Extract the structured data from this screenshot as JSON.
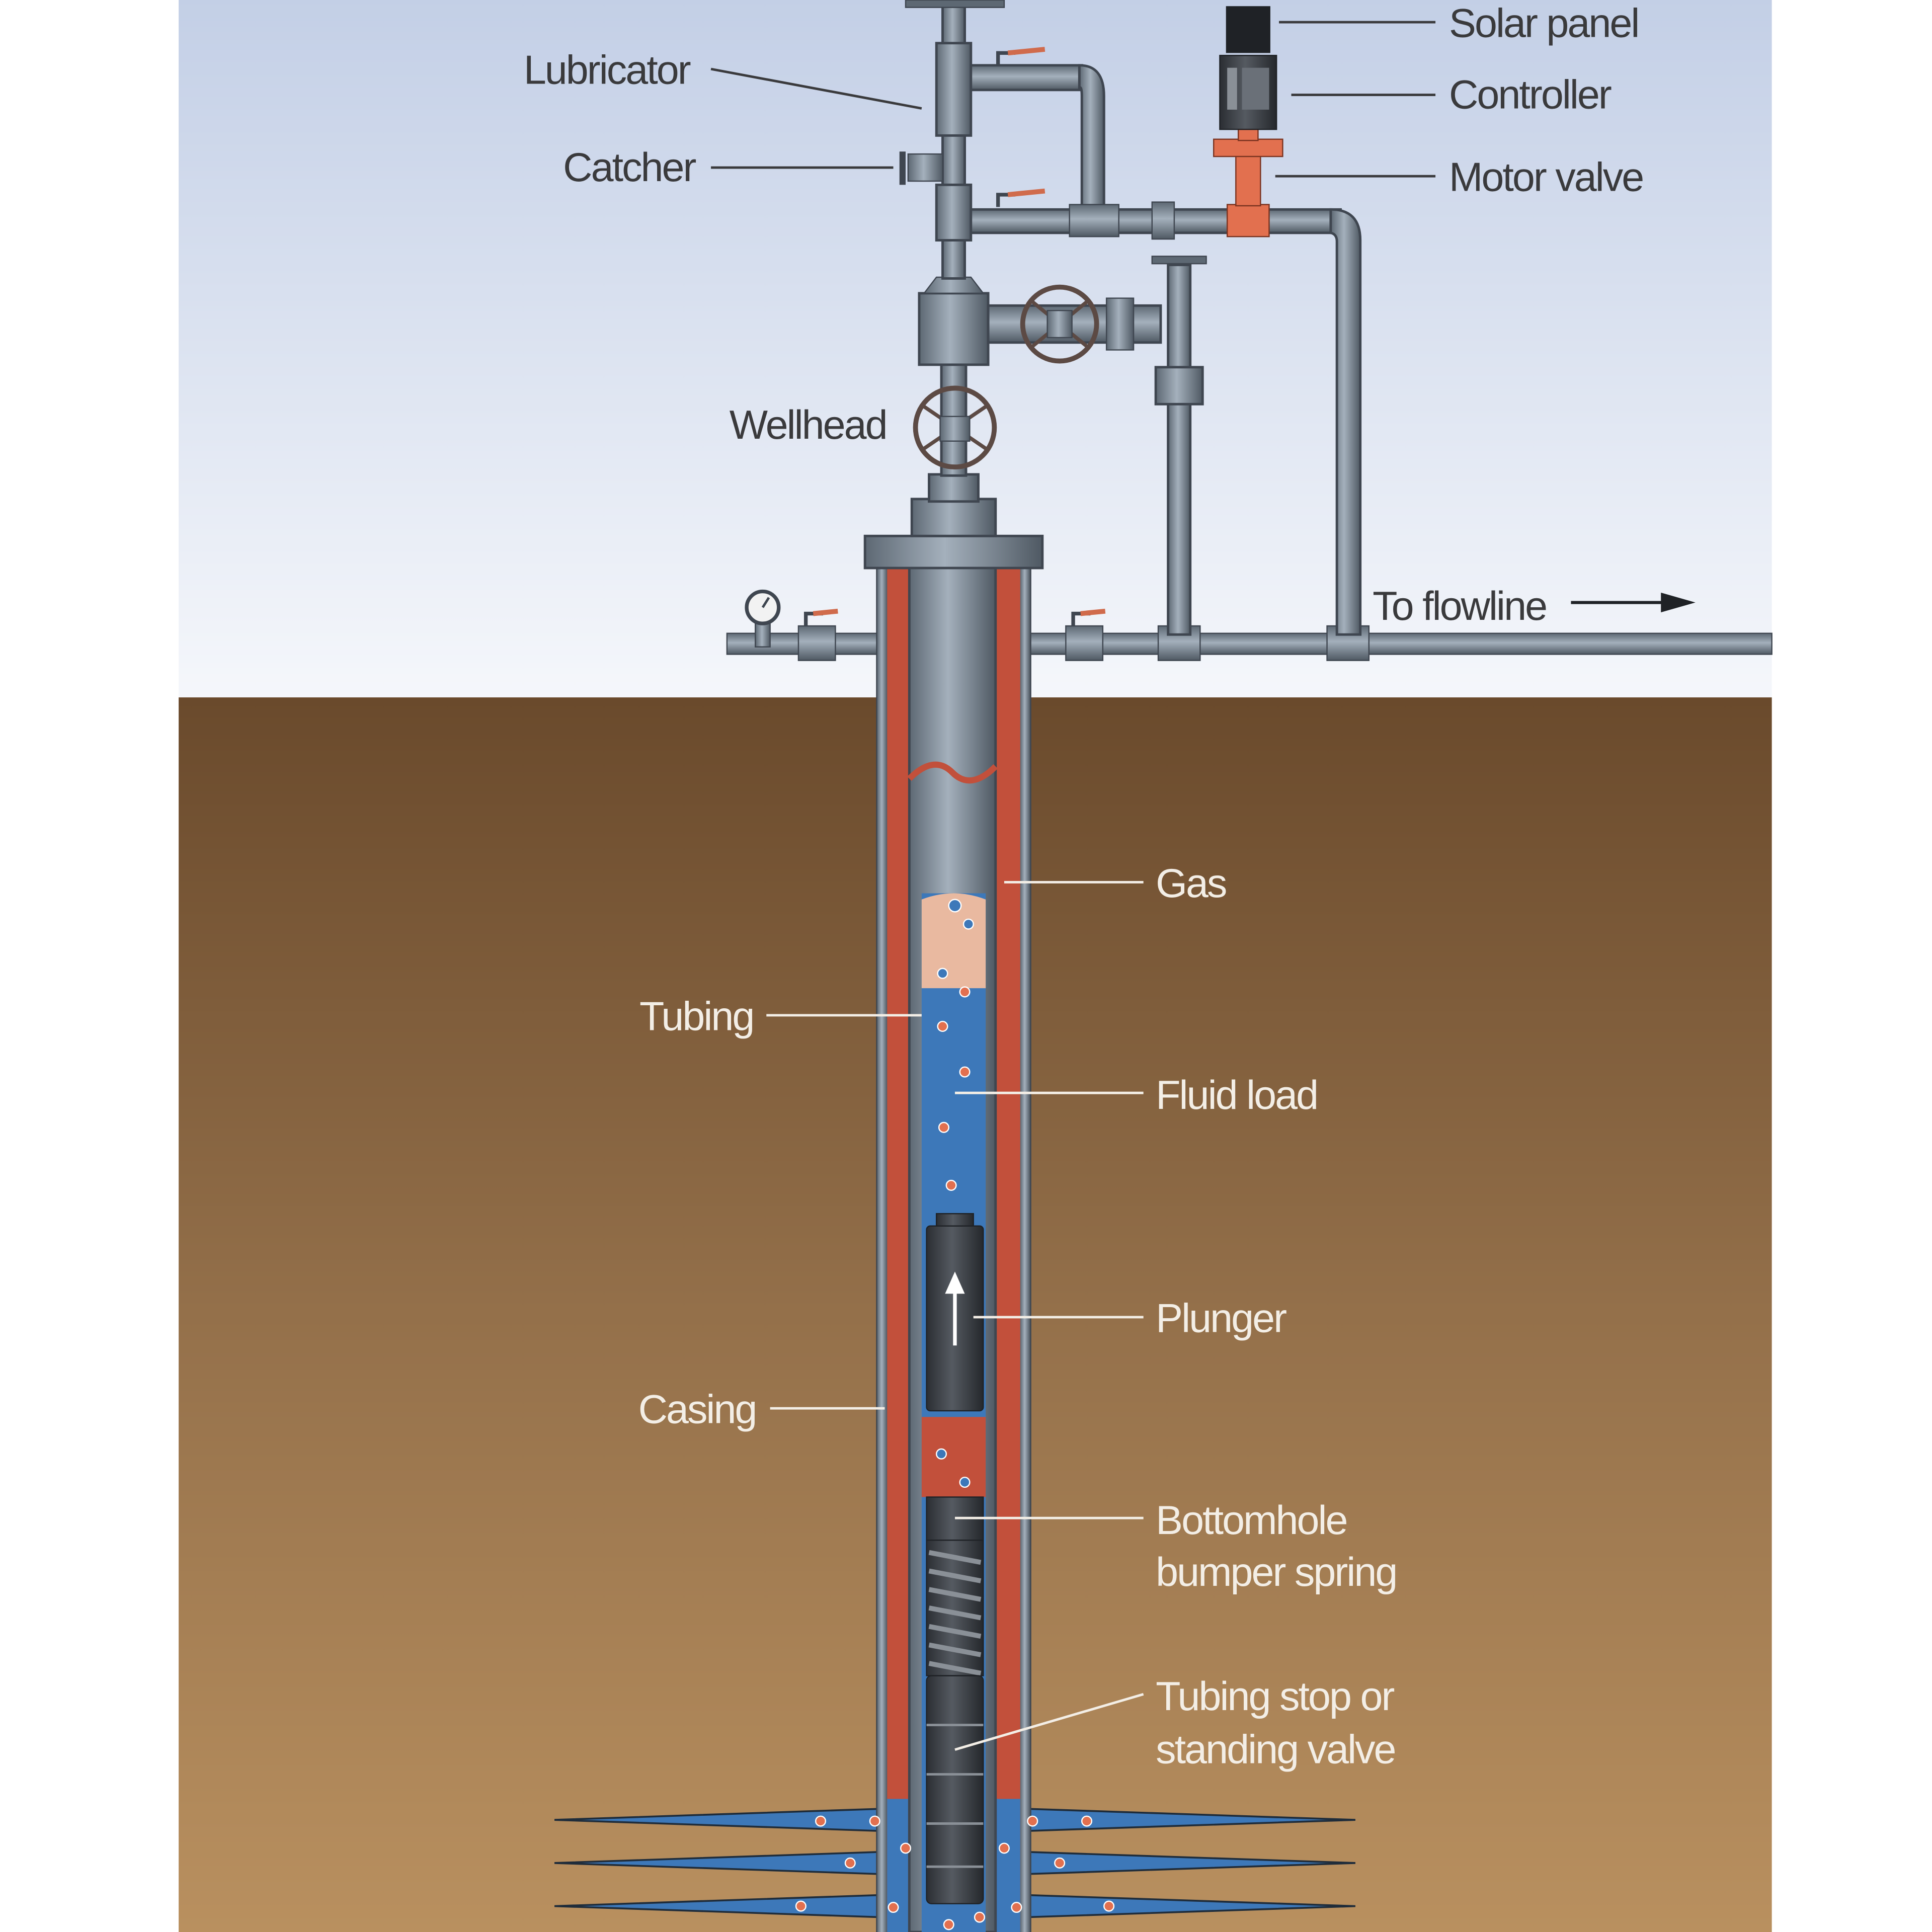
{
  "diagram": {
    "type": "plunger lift well schematic",
    "labels": {
      "lubricator": "Lubricator",
      "catcher": "Catcher",
      "wellhead": "Wellhead",
      "solar_panel": "Solar panel",
      "controller": "Controller",
      "motor_valve": "Motor valve",
      "to_flowline": "To flowline",
      "gas": "Gas",
      "tubing": "Tubing",
      "fluid_load": "Fluid load",
      "plunger": "Plunger",
      "casing": "Casing",
      "bumper_spring_line1": "Bottomhole",
      "bumper_spring_line2": "bumper spring",
      "standing_valve_line1": "Tubing stop or",
      "standing_valve_line2": "standing valve"
    },
    "colors": {
      "sky_top": "#c3cfe6",
      "sky_bottom": "#f5f7fb",
      "ground_top": "#6a4a2c",
      "ground_bottom": "#b9905f",
      "annulus": "#c2503b",
      "fluid": "#3d78b9",
      "gas": "#e9b9a0",
      "steel": "#7f8c99",
      "motor_valve": "#e2704f"
    }
  }
}
